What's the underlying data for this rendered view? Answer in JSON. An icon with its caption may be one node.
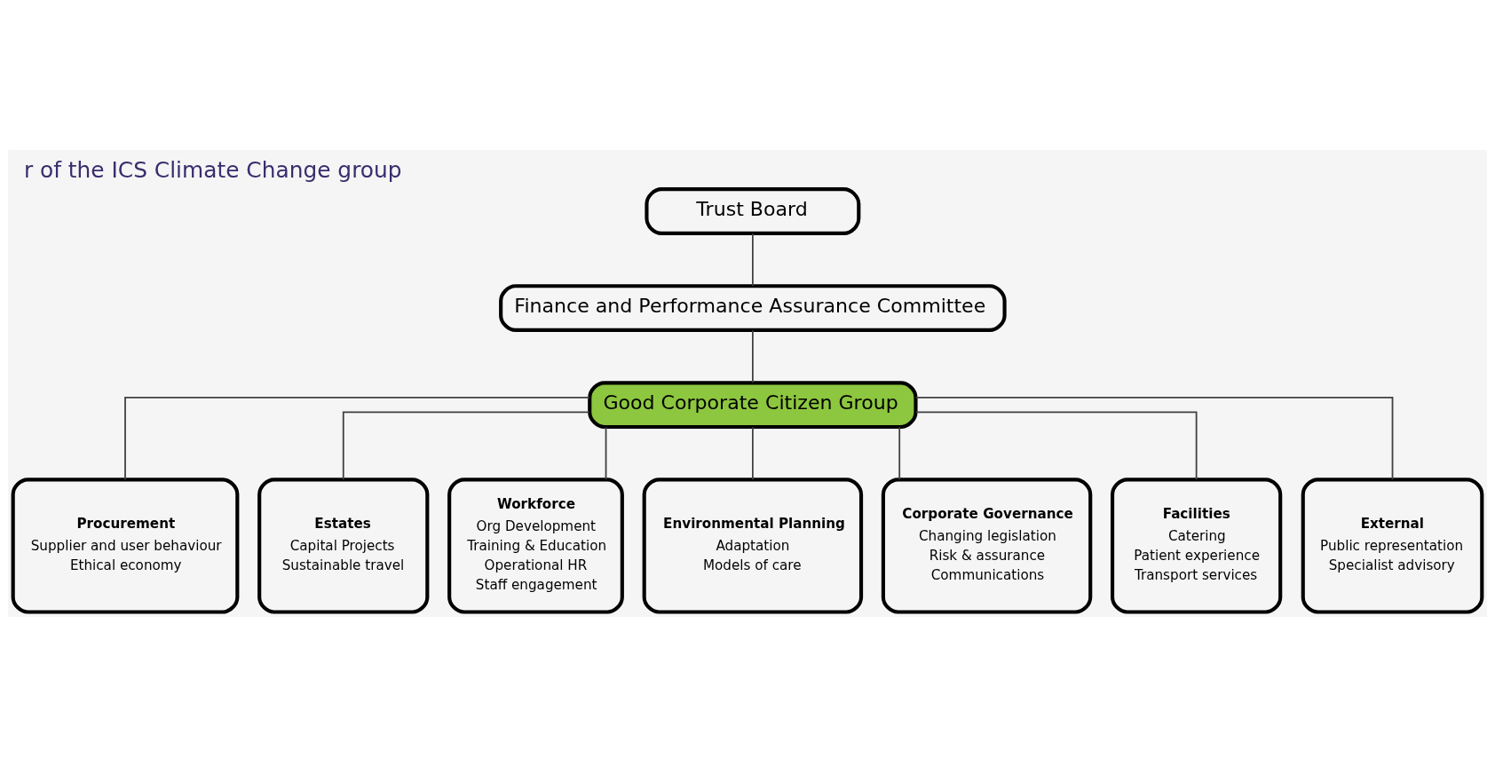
{
  "diagram": {
    "title": "r of the ICS Climate Change group",
    "nodes": [
      {
        "text": [
          "Trust Board"
        ]
      },
      {
        "text": [
          "Finance and Performance Assurance Committee"
        ]
      },
      {
        "text": [
          "Good Corporate Citizen Group"
        ]
      },
      {
        "text": [
          "Procurement",
          "Supplier and user behaviour",
          "Ethical economy"
        ]
      },
      {
        "text": [
          "Estates",
          "Capital Projects",
          "Sustainable travel"
        ]
      },
      {
        "text": [
          "Workforce",
          "Org Development",
          "Training & Education",
          "Operational HR",
          "Staff engagement"
        ]
      },
      {
        "text": [
          "Environmental Planning",
          "Adaptation",
          "Models of care"
        ]
      },
      {
        "text": [
          "Corporate Governance",
          "Changing legislation",
          "Risk & assurance",
          "Communications"
        ]
      },
      {
        "text": [
          "Facilities",
          "Catering",
          "Patient experience",
          "Transport services"
        ]
      },
      {
        "text": [
          "External",
          "Public representation",
          "Specialist advisory"
        ]
      }
    ],
    "edges": [
      {
        "from": 0,
        "to": 1,
        "arrow": "none"
      },
      {
        "from": 1,
        "to": 2,
        "arrow": "none"
      },
      {
        "from": 2,
        "to": 3,
        "arrow": "none"
      },
      {
        "from": 2,
        "to": 4,
        "arrow": "none"
      },
      {
        "from": 2,
        "to": 5,
        "arrow": "none"
      },
      {
        "from": 2,
        "to": 6,
        "arrow": "none"
      },
      {
        "from": 2,
        "to": 7,
        "arrow": "none"
      },
      {
        "from": 2,
        "to": 8,
        "arrow": "none"
      },
      {
        "from": 2,
        "to": 9,
        "arrow": "none"
      }
    ]
  }
}
